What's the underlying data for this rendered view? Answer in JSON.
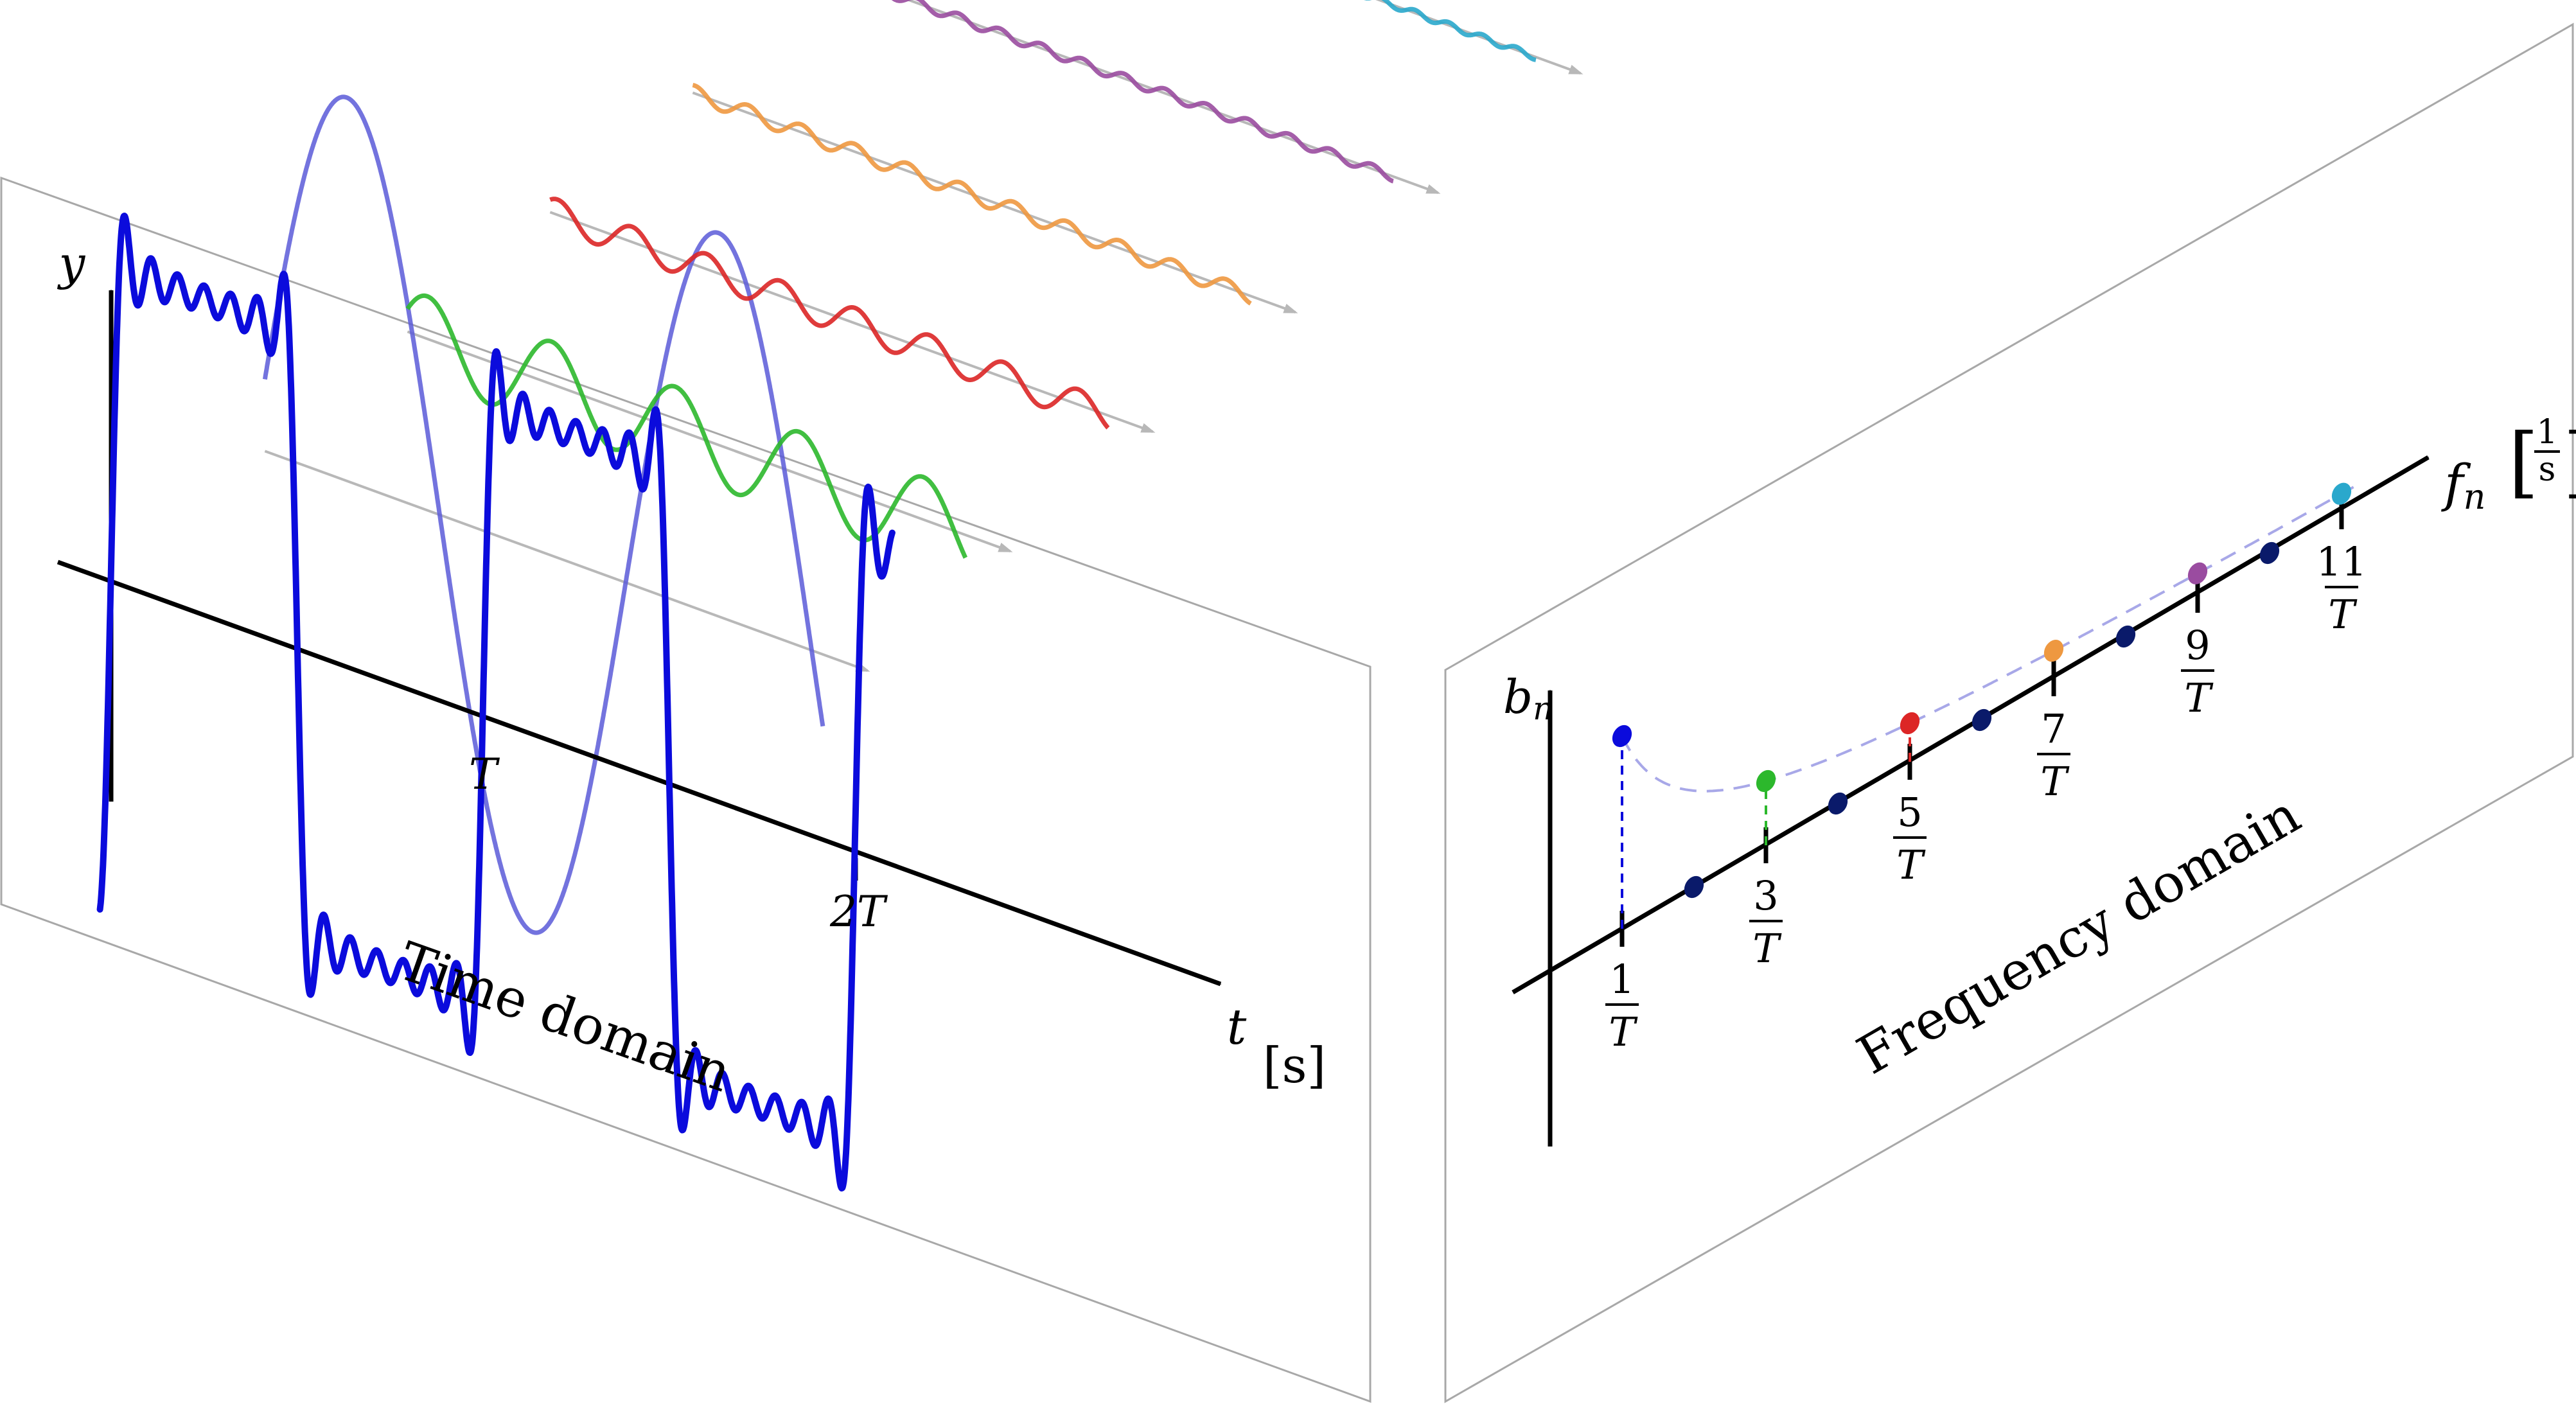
{
  "time_panel": {
    "title": "Time domain",
    "y_label": "y",
    "x_label": "t",
    "x_unit": "[s]",
    "ticks": [
      "T",
      "2T"
    ]
  },
  "frequency_panel": {
    "title": "Frequency domain",
    "y_label": "b",
    "y_sub": "n",
    "x_label": "f",
    "x_sub": "n",
    "x_unit_num": "1",
    "x_unit_den": "s",
    "tick_numerators": [
      "1",
      "3",
      "5",
      "7",
      "9",
      "11"
    ],
    "tick_denominator": "T"
  },
  "colors": {
    "square_wave": "#0b0bdc",
    "n1": "#5a5ad8",
    "n3": "#2cb82c",
    "n5": "#dc2626",
    "n7": "#ee9840",
    "n9": "#9a4ca0",
    "n11": "#2aa8cc",
    "even_harmonics": "#0a1a6a",
    "panel_edge": "#a8a8a8",
    "arrow": "#b8b8b8"
  },
  "harmonics": [
    {
      "n": 1,
      "amplitude": 1.0,
      "color_key": "n1"
    },
    {
      "n": 3,
      "amplitude": 0.333,
      "color_key": "n3"
    },
    {
      "n": 5,
      "amplitude": 0.2,
      "color_key": "n5"
    },
    {
      "n": 7,
      "amplitude": 0.143,
      "color_key": "n7"
    },
    {
      "n": 9,
      "amplitude": 0.111,
      "color_key": "n9"
    },
    {
      "n": 11,
      "amplitude": 0.091,
      "color_key": "n11"
    }
  ]
}
